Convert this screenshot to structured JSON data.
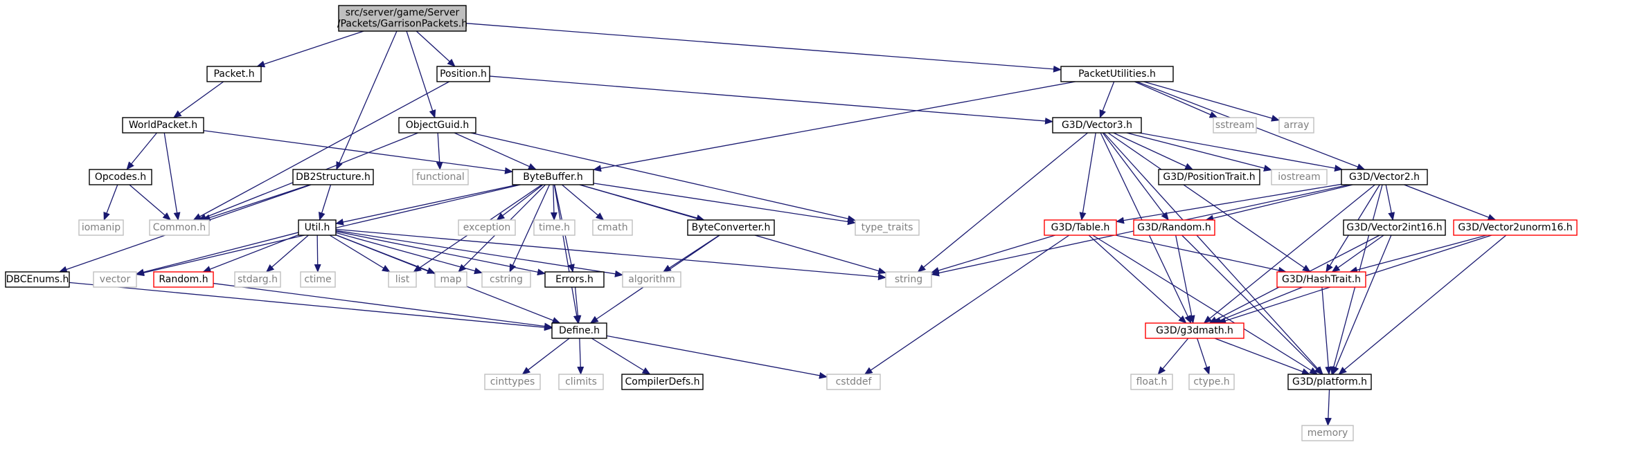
{
  "diagram": {
    "kind": "include-dependency-graph",
    "styles": {
      "root": {
        "fill": "#bfbfbf",
        "stroke": "#000000",
        "text": "#000000"
      },
      "normal": {
        "fill": "#ffffff",
        "stroke": "#000000",
        "text": "#000000"
      },
      "red": {
        "fill": "#ffffff",
        "stroke": "#ff0000",
        "text": "#000000"
      },
      "system": {
        "fill": "#ffffff",
        "stroke": "#bfbfbf",
        "text": "#7f7f7f"
      },
      "edge_color": "#191970"
    },
    "nodes": [
      {
        "id": "root",
        "lines": [
          "src/server/game/Server",
          "/Packets/GarrisonPackets.h"
        ],
        "style": "root"
      },
      {
        "id": "packet_h",
        "lines": [
          "Packet.h"
        ],
        "style": "normal"
      },
      {
        "id": "position_h",
        "lines": [
          "Position.h"
        ],
        "style": "normal"
      },
      {
        "id": "packetutilities_h",
        "lines": [
          "PacketUtilities.h"
        ],
        "style": "normal"
      },
      {
        "id": "worldpacket_h",
        "lines": [
          "WorldPacket.h"
        ],
        "style": "normal"
      },
      {
        "id": "objectguid_h",
        "lines": [
          "ObjectGuid.h"
        ],
        "style": "normal"
      },
      {
        "id": "vector3_h",
        "lines": [
          "G3D/Vector3.h"
        ],
        "style": "normal"
      },
      {
        "id": "sstream",
        "lines": [
          "sstream"
        ],
        "style": "system"
      },
      {
        "id": "array",
        "lines": [
          "array"
        ],
        "style": "system"
      },
      {
        "id": "opcodes_h",
        "lines": [
          "Opcodes.h"
        ],
        "style": "normal"
      },
      {
        "id": "db2structure_h",
        "lines": [
          "DB2Structure.h"
        ],
        "style": "normal"
      },
      {
        "id": "functional",
        "lines": [
          "functional"
        ],
        "style": "system"
      },
      {
        "id": "bytebuffer_h",
        "lines": [
          "ByteBuffer.h"
        ],
        "style": "normal"
      },
      {
        "id": "positiontrait_h",
        "lines": [
          "G3D/PositionTrait.h"
        ],
        "style": "normal"
      },
      {
        "id": "iostream",
        "lines": [
          "iostream"
        ],
        "style": "system"
      },
      {
        "id": "vector2_h",
        "lines": [
          "G3D/Vector2.h"
        ],
        "style": "normal"
      },
      {
        "id": "iomanip",
        "lines": [
          "iomanip"
        ],
        "style": "system"
      },
      {
        "id": "common_h",
        "lines": [
          "Common.h"
        ],
        "style": "system"
      },
      {
        "id": "util_h",
        "lines": [
          "Util.h"
        ],
        "style": "normal"
      },
      {
        "id": "exception",
        "lines": [
          "exception"
        ],
        "style": "system"
      },
      {
        "id": "time_h",
        "lines": [
          "time.h"
        ],
        "style": "system"
      },
      {
        "id": "cmath",
        "lines": [
          "cmath"
        ],
        "style": "system"
      },
      {
        "id": "byteconverter_h",
        "lines": [
          "ByteConverter.h"
        ],
        "style": "normal"
      },
      {
        "id": "type_traits",
        "lines": [
          "type_traits"
        ],
        "style": "system"
      },
      {
        "id": "table_h",
        "lines": [
          "G3D/Table.h"
        ],
        "style": "red"
      },
      {
        "id": "random3d_h",
        "lines": [
          "G3D/Random.h"
        ],
        "style": "red"
      },
      {
        "id": "vector2int16_h",
        "lines": [
          "G3D/Vector2int16.h"
        ],
        "style": "normal"
      },
      {
        "id": "vector2unorm16_h",
        "lines": [
          "G3D/Vector2unorm16.h"
        ],
        "style": "red"
      },
      {
        "id": "dbcenums_h",
        "lines": [
          "DBCEnums.h"
        ],
        "style": "normal"
      },
      {
        "id": "vector",
        "lines": [
          "vector"
        ],
        "style": "system"
      },
      {
        "id": "random_h",
        "lines": [
          "Random.h"
        ],
        "style": "red"
      },
      {
        "id": "stdarg_h",
        "lines": [
          "stdarg.h"
        ],
        "style": "system"
      },
      {
        "id": "ctime",
        "lines": [
          "ctime"
        ],
        "style": "system"
      },
      {
        "id": "list",
        "lines": [
          "list"
        ],
        "style": "system"
      },
      {
        "id": "map",
        "lines": [
          "map"
        ],
        "style": "system"
      },
      {
        "id": "cstring",
        "lines": [
          "cstring"
        ],
        "style": "system"
      },
      {
        "id": "errors_h",
        "lines": [
          "Errors.h"
        ],
        "style": "normal"
      },
      {
        "id": "algorithm",
        "lines": [
          "algorithm"
        ],
        "style": "system"
      },
      {
        "id": "string",
        "lines": [
          "string"
        ],
        "style": "system"
      },
      {
        "id": "hashtrait_h",
        "lines": [
          "G3D/HashTrait.h"
        ],
        "style": "red"
      },
      {
        "id": "g3dmath_h",
        "lines": [
          "G3D/g3dmath.h"
        ],
        "style": "red"
      },
      {
        "id": "define_h",
        "lines": [
          "Define.h"
        ],
        "style": "normal"
      },
      {
        "id": "cinttypes",
        "lines": [
          "cinttypes"
        ],
        "style": "system"
      },
      {
        "id": "climits",
        "lines": [
          "climits"
        ],
        "style": "system"
      },
      {
        "id": "compilerdefs_h",
        "lines": [
          "CompilerDefs.h"
        ],
        "style": "normal"
      },
      {
        "id": "cstddef",
        "lines": [
          "cstddef"
        ],
        "style": "system"
      },
      {
        "id": "float_h",
        "lines": [
          "float.h"
        ],
        "style": "system"
      },
      {
        "id": "ctype_h",
        "lines": [
          "ctype.h"
        ],
        "style": "system"
      },
      {
        "id": "platform_h",
        "lines": [
          "G3D/platform.h"
        ],
        "style": "normal"
      },
      {
        "id": "memory",
        "lines": [
          "memory"
        ],
        "style": "system"
      }
    ],
    "edges": [
      [
        "root",
        "packet_h"
      ],
      [
        "root",
        "position_h"
      ],
      [
        "root",
        "objectguid_h"
      ],
      [
        "root",
        "db2structure_h"
      ],
      [
        "root",
        "packetutilities_h"
      ],
      [
        "packet_h",
        "worldpacket_h"
      ],
      [
        "worldpacket_h",
        "opcodes_h"
      ],
      [
        "worldpacket_h",
        "common_h"
      ],
      [
        "worldpacket_h",
        "bytebuffer_h"
      ],
      [
        "opcodes_h",
        "iomanip"
      ],
      [
        "opcodes_h",
        "common_h"
      ],
      [
        "position_h",
        "common_h"
      ],
      [
        "position_h",
        "vector3_h"
      ],
      [
        "objectguid_h",
        "common_h"
      ],
      [
        "objectguid_h",
        "functional"
      ],
      [
        "objectguid_h",
        "bytebuffer_h"
      ],
      [
        "objectguid_h",
        "type_traits"
      ],
      [
        "db2structure_h",
        "common_h"
      ],
      [
        "db2structure_h",
        "util_h"
      ],
      [
        "db2structure_h",
        "dbcenums_h"
      ],
      [
        "dbcenums_h",
        "define_h"
      ],
      [
        "packetutilities_h",
        "bytebuffer_h"
      ],
      [
        "packetutilities_h",
        "vector3_h"
      ],
      [
        "packetutilities_h",
        "sstream"
      ],
      [
        "packetutilities_h",
        "array"
      ],
      [
        "packetutilities_h",
        "vector2_h"
      ],
      [
        "bytebuffer_h",
        "util_h"
      ],
      [
        "bytebuffer_h",
        "exception"
      ],
      [
        "bytebuffer_h",
        "time_h"
      ],
      [
        "bytebuffer_h",
        "cmath"
      ],
      [
        "bytebuffer_h",
        "byteconverter_h"
      ],
      [
        "bytebuffer_h",
        "type_traits"
      ],
      [
        "bytebuffer_h",
        "vector"
      ],
      [
        "bytebuffer_h",
        "list"
      ],
      [
        "bytebuffer_h",
        "map"
      ],
      [
        "bytebuffer_h",
        "cstring"
      ],
      [
        "bytebuffer_h",
        "errors_h"
      ],
      [
        "bytebuffer_h",
        "string"
      ],
      [
        "bytebuffer_h",
        "define_h"
      ],
      [
        "util_h",
        "vector"
      ],
      [
        "util_h",
        "random_h"
      ],
      [
        "util_h",
        "stdarg_h"
      ],
      [
        "util_h",
        "ctime"
      ],
      [
        "util_h",
        "list"
      ],
      [
        "util_h",
        "map"
      ],
      [
        "util_h",
        "cstring"
      ],
      [
        "util_h",
        "errors_h"
      ],
      [
        "util_h",
        "algorithm"
      ],
      [
        "util_h",
        "string"
      ],
      [
        "util_h",
        "define_h"
      ],
      [
        "random_h",
        "define_h"
      ],
      [
        "byteconverter_h",
        "algorithm"
      ],
      [
        "byteconverter_h",
        "define_h"
      ],
      [
        "errors_h",
        "define_h"
      ],
      [
        "define_h",
        "cinttypes"
      ],
      [
        "define_h",
        "climits"
      ],
      [
        "define_h",
        "compilerdefs_h"
      ],
      [
        "define_h",
        "cstddef"
      ],
      [
        "vector3_h",
        "positiontrait_h"
      ],
      [
        "vector3_h",
        "iostream"
      ],
      [
        "vector3_h",
        "vector2_h"
      ],
      [
        "vector3_h",
        "string"
      ],
      [
        "vector3_h",
        "table_h"
      ],
      [
        "vector3_h",
        "random3d_h"
      ],
      [
        "vector3_h",
        "hashtrait_h"
      ],
      [
        "vector3_h",
        "g3dmath_h"
      ],
      [
        "vector3_h",
        "platform_h"
      ],
      [
        "vector2_h",
        "string"
      ],
      [
        "vector2_h",
        "table_h"
      ],
      [
        "vector2_h",
        "random3d_h"
      ],
      [
        "vector2_h",
        "vector2int16_h"
      ],
      [
        "vector2_h",
        "vector2unorm16_h"
      ],
      [
        "vector2_h",
        "hashtrait_h"
      ],
      [
        "vector2_h",
        "g3dmath_h"
      ],
      [
        "vector2_h",
        "platform_h"
      ],
      [
        "table_h",
        "string"
      ],
      [
        "table_h",
        "hashtrait_h"
      ],
      [
        "table_h",
        "g3dmath_h"
      ],
      [
        "table_h",
        "cstddef"
      ],
      [
        "table_h",
        "platform_h"
      ],
      [
        "random3d_h",
        "g3dmath_h"
      ],
      [
        "random3d_h",
        "platform_h"
      ],
      [
        "vector2int16_h",
        "hashtrait_h"
      ],
      [
        "vector2int16_h",
        "g3dmath_h"
      ],
      [
        "vector2int16_h",
        "platform_h"
      ],
      [
        "vector2unorm16_h",
        "hashtrait_h"
      ],
      [
        "vector2unorm16_h",
        "g3dmath_h"
      ],
      [
        "vector2unorm16_h",
        "platform_h"
      ],
      [
        "hashtrait_h",
        "g3dmath_h"
      ],
      [
        "hashtrait_h",
        "platform_h"
      ],
      [
        "g3dmath_h",
        "float_h"
      ],
      [
        "g3dmath_h",
        "ctype_h"
      ],
      [
        "g3dmath_h",
        "platform_h"
      ],
      [
        "platform_h",
        "memory"
      ]
    ]
  }
}
